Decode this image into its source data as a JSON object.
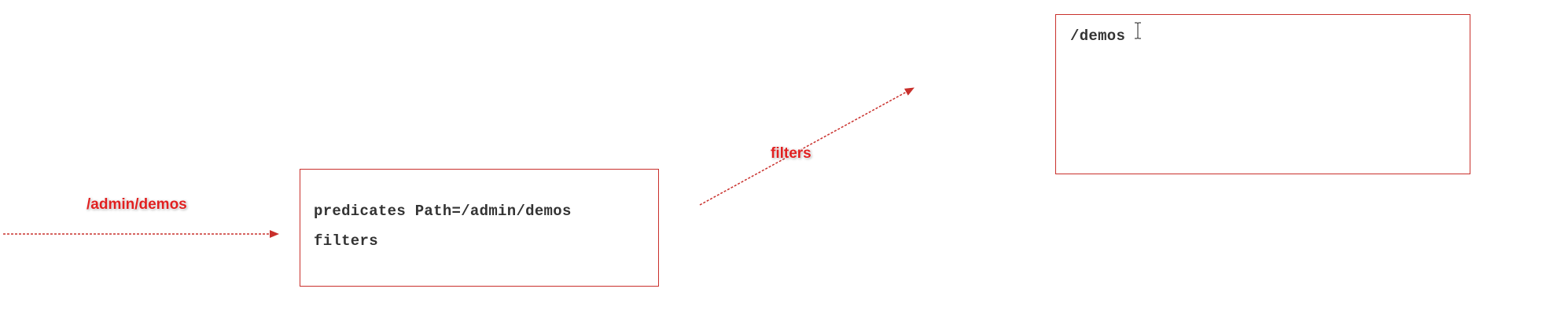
{
  "diagram": {
    "incoming_request": {
      "label": "/admin/demos"
    },
    "gateway_box": {
      "predicates_line": "predicates Path=/admin/demos",
      "filters_line": "filters"
    },
    "filter_arrow": {
      "label": "filters"
    },
    "target_box": {
      "path": "/demos"
    }
  },
  "colors": {
    "accent_red": "#c9302c",
    "label_red": "#e02020",
    "text": "#333333"
  },
  "icons": [
    "text-cursor-icon"
  ]
}
